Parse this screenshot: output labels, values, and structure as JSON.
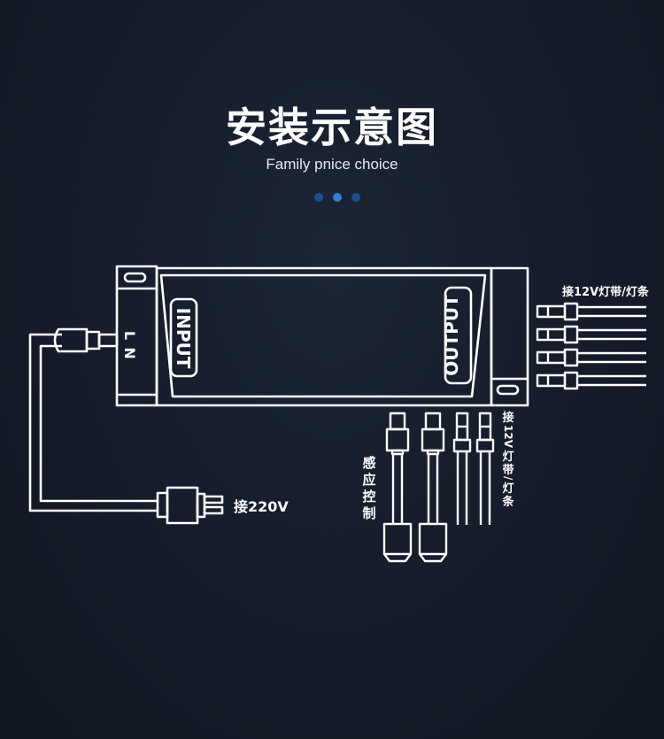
{
  "title": "安装示意图",
  "subtitle": "Family pnice choice",
  "dots": [
    "#1d4f8c",
    "#2f7fd4",
    "#1d4f8c"
  ],
  "device": {
    "input_label": "INPUT",
    "output_label": "OUTPUT",
    "terminal_l": "L",
    "terminal_n": "N"
  },
  "labels": {
    "power": "接220V",
    "strip_right": "接12V灯带/灯条",
    "strip_bottom": [
      "接",
      "12V",
      "灯",
      "带",
      "/",
      "灯",
      "条"
    ],
    "sensor": [
      "感",
      "应",
      "控",
      "制"
    ]
  },
  "colors": {
    "line": "#ffffff",
    "background": "#151c2a"
  }
}
